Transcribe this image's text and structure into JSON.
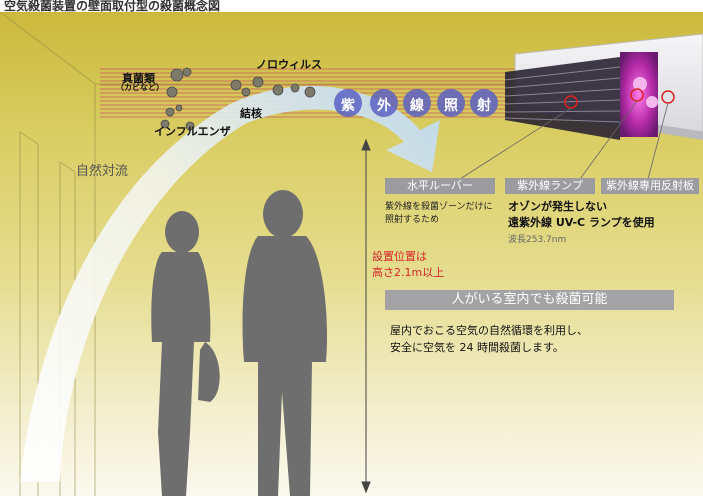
{
  "header": {
    "title": "空気殺菌装置の壁面取付型の殺菌概念図"
  },
  "labels": {
    "fungi": "真菌類",
    "fungi_sub": "（カビなど）",
    "norovirus": "ノロウィルス",
    "tuberculosis": "結核",
    "influenza": "インフルエンザ",
    "uv_irradiation": [
      "紫",
      "外",
      "線",
      "照",
      "射"
    ],
    "natural_convection": "自然対流",
    "horizontal_louver": "水平ルーバー",
    "uv_lamp": "紫外線ランプ",
    "uv_reflector": "紫外線専用反射板",
    "louver_desc_1": "紫外線を殺菌ゾーンだけに",
    "louver_desc_2": "照射するため",
    "ozone_1": "オゾンが発生しない",
    "ozone_2": "遠紫外線 UV-C ランプを使用",
    "wavelength": "波長253.7nm",
    "install_1": "設置位置は",
    "install_2": "高さ2.1m以上",
    "banner": "人がいる室内でも殺菌可能",
    "desc_1": "屋内でおこる空気の自然循環を利用し、",
    "desc_2": "安全に空気を 24 時間殺菌します。"
  },
  "colors": {
    "uv_lines": "#c0306a",
    "uv_circle": "#5b63c4",
    "install_text": "#d3262a",
    "device_glow": "#c030b0"
  }
}
